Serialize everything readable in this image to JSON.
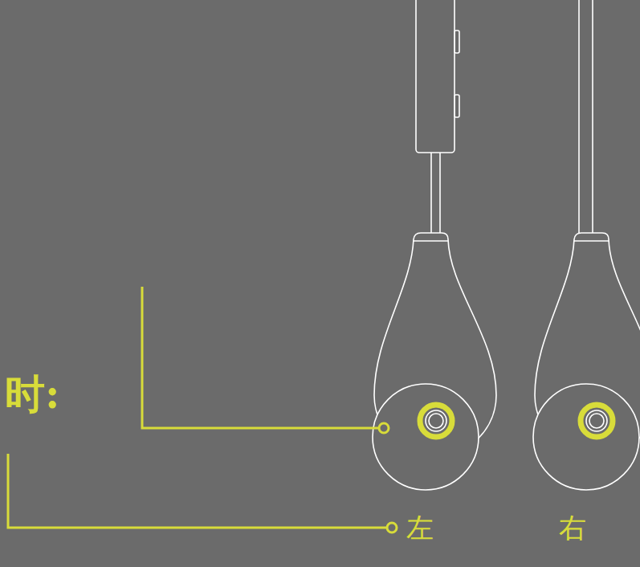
{
  "diagram": {
    "labels": [
      "时:",
      "左",
      "右"
    ]
  }
}
